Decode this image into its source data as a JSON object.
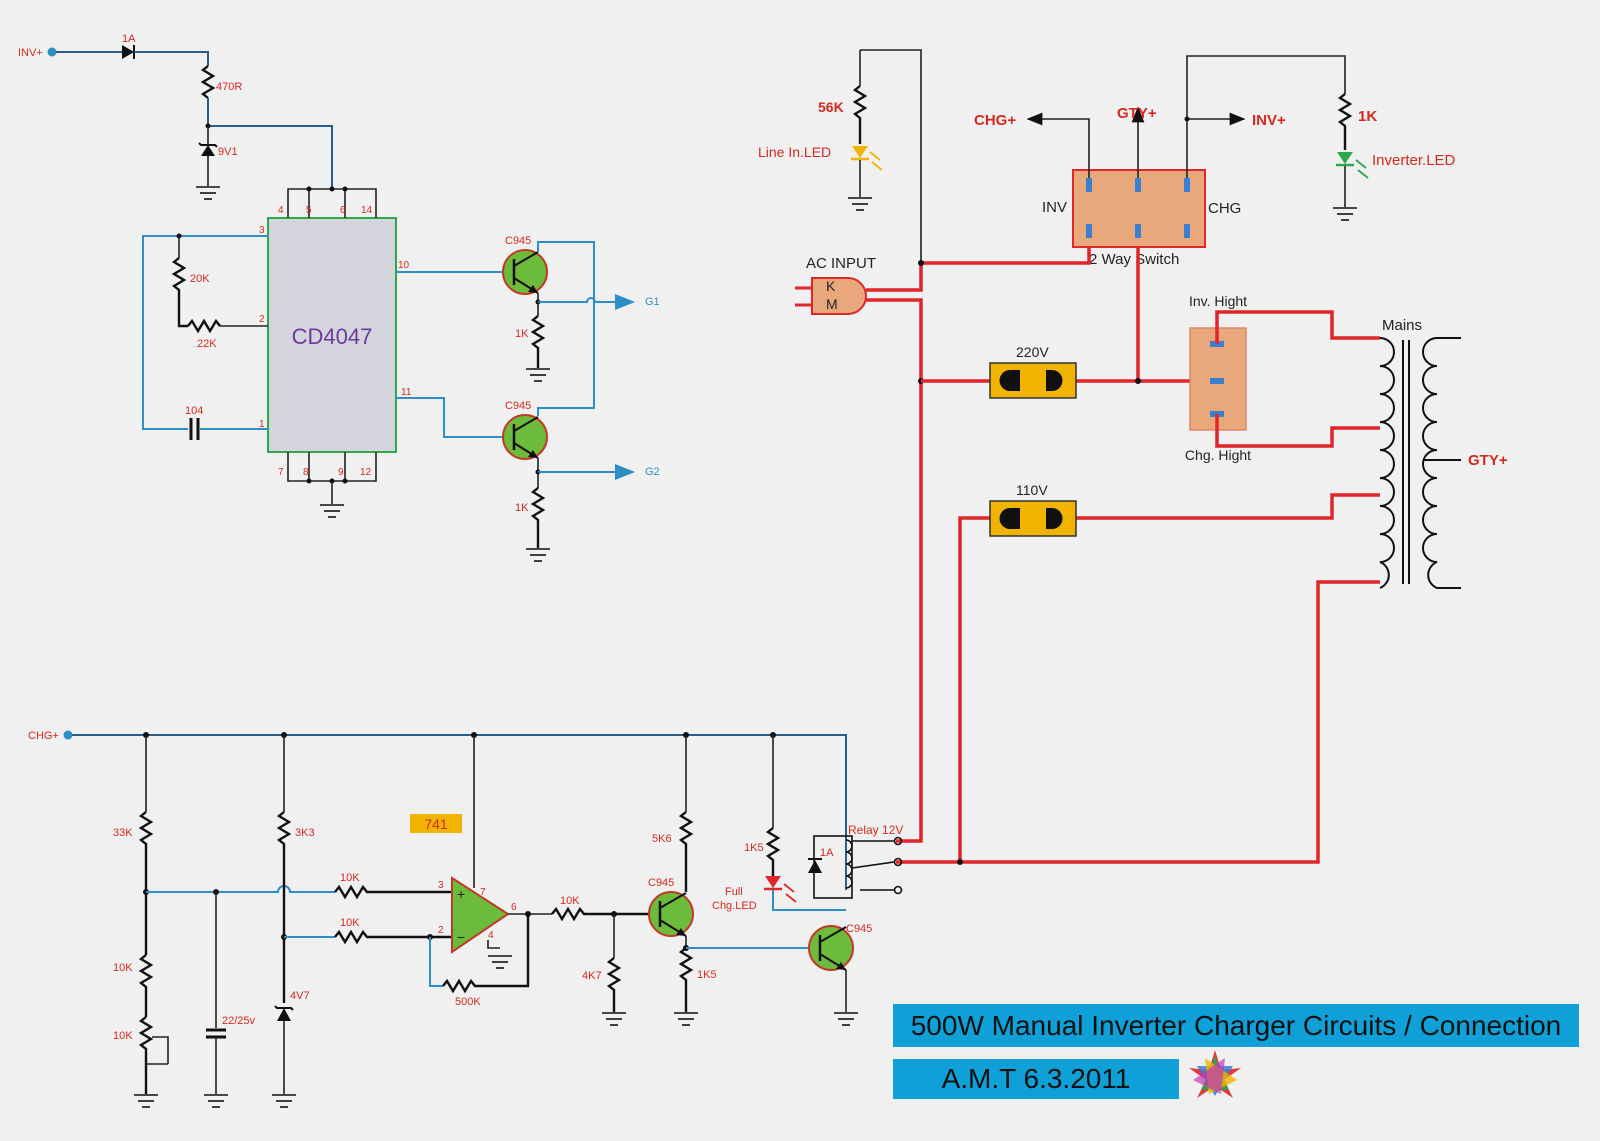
{
  "title": "500W Manual Inverter Charger Circuits / Connection",
  "author": "A.M.T  6.3.2011",
  "oscillator": {
    "input_label": "INV+",
    "fuse": "1A",
    "resistor": "470R",
    "zener": "9V1",
    "ic": "CD4047",
    "pins": {
      "p1": "1",
      "p2": "2",
      "p3": "3",
      "p4": "4",
      "p5": "5",
      "p6": "6",
      "p14": "14",
      "p7": "7",
      "p8": "8",
      "p9": "9",
      "p12": "12",
      "p10": "10",
      "p11": "11"
    },
    "r20k": "20K",
    "r22k": "22K",
    "cap": "104",
    "transistor": "C945",
    "r1k": "1K",
    "out1": "G1",
    "out2": "G2"
  },
  "switch_panel": {
    "r56k": "56K",
    "line_led": "Line In.LED",
    "chg_plus": "CHG+",
    "gty_plus": "GTY+",
    "inv_plus": "INV+",
    "r1k": "1K",
    "inverter_led": "Inverter.LED",
    "inv": "INV",
    "chg": "CHG",
    "switch_label": "2 Way Switch",
    "ac_input": "AC INPUT",
    "plug_k": "K",
    "plug_m": "M",
    "v220": "220V",
    "v110": "110V",
    "inv_high": "Inv. Hight",
    "chg_high": "Chg. Hight",
    "mains": "Mains",
    "gty_out": "GTY+"
  },
  "charger": {
    "input_label": "CHG+",
    "r33k": "33K",
    "r10k_a": "10K",
    "pot": "10K",
    "cap": "22/25v",
    "r3k3": "3K3",
    "zener": "4V7",
    "opamp": "741",
    "r10k_in1": "10K",
    "r10k_in2": "10K",
    "r500k": "500K",
    "pin3": "3",
    "pin2": "2",
    "pin7": "7",
    "pin6": "6",
    "pin4": "4",
    "r10k_out": "10K",
    "r4k7": "4K7",
    "r5k6": "5K6",
    "q1": "C945",
    "r1k5_e": "1K5",
    "r1k5_led": "1K5",
    "led": "Full\nChg.LED",
    "led_l1": "Full",
    "led_l2": "Chg.LED",
    "q2": "C945",
    "diode": "1A",
    "relay": "Relay 12V"
  },
  "colors": {
    "wire_blue": "#2f8fc4",
    "wire_red": "#e0262b",
    "title_bg": "#0fa0d8",
    "transistor": "#6dbb3a",
    "ic_fill": "#d4d4dc",
    "switch_fill": "#e8a87c",
    "connector": "#f0b400"
  }
}
